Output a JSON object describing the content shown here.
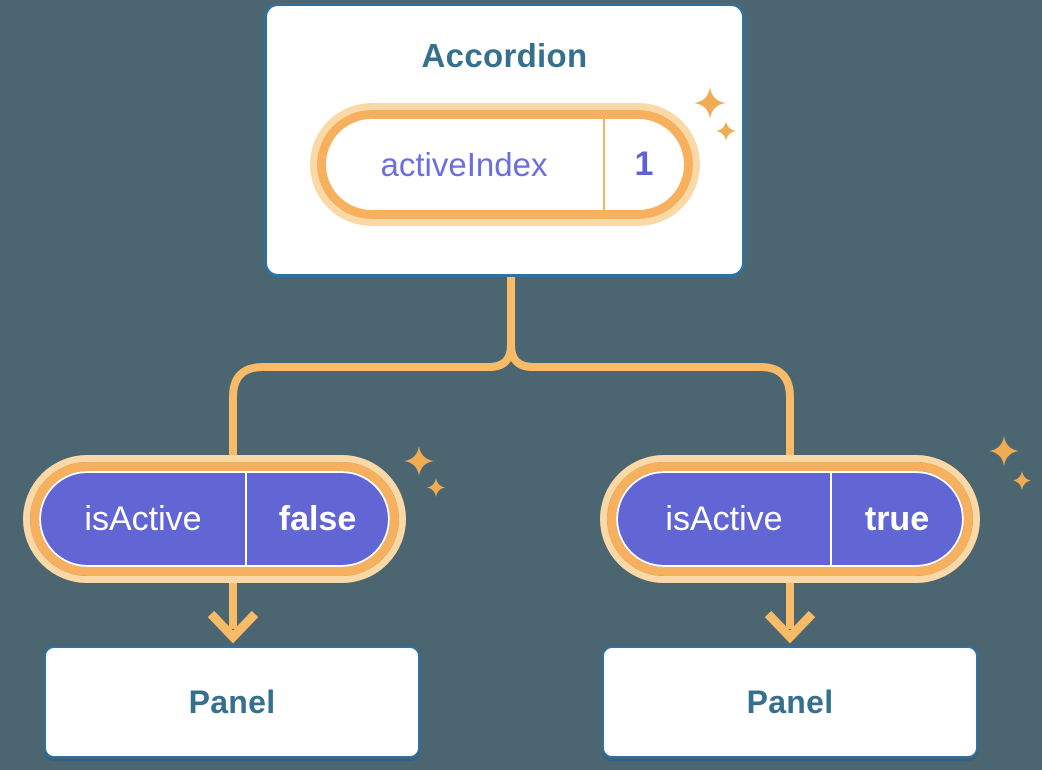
{
  "diagram": {
    "description": "React state diagram: Accordion parent holds activeIndex state, passes isActive prop to two Panel children",
    "colors": {
      "background": "#4C6671",
      "card_border": "#2F71A0",
      "card_text": "#36708F",
      "connector_line": "#F8BC68",
      "pill_ring": "#F6B05E",
      "pill_glow": "#FBD9A6",
      "purple_fill": "#6266D4",
      "purple_text": "#6B70DC",
      "sparkle": "#EFAC55"
    }
  },
  "accordion": {
    "title": "Accordion",
    "state": {
      "label": "activeIndex",
      "value": "1"
    }
  },
  "children": [
    {
      "prop": {
        "label": "isActive",
        "value": "false"
      },
      "panel": {
        "title": "Panel"
      }
    },
    {
      "prop": {
        "label": "isActive",
        "value": "true"
      },
      "panel": {
        "title": "Panel"
      }
    }
  ]
}
